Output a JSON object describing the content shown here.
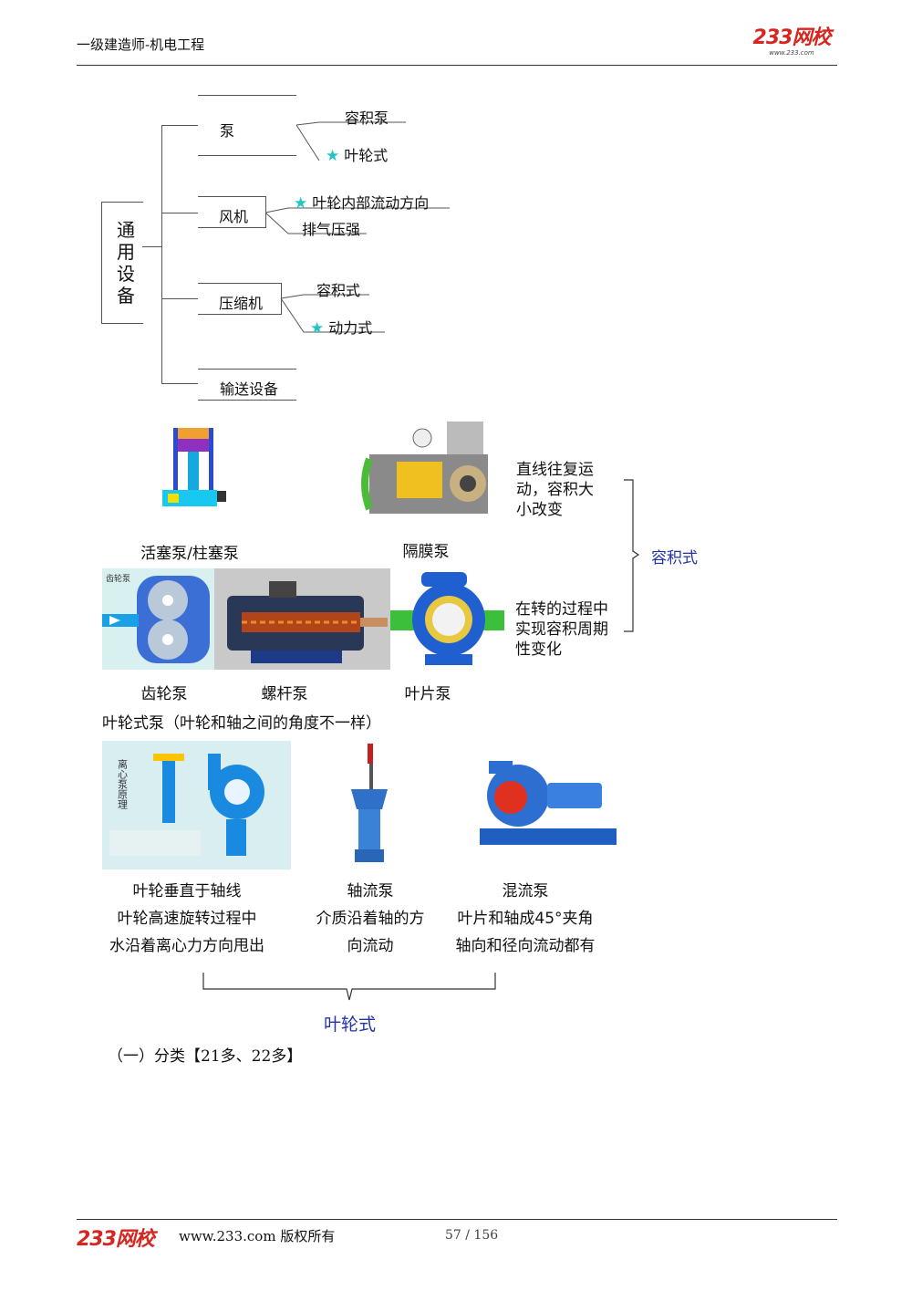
{
  "header": {
    "title": "一级建造师-机电工程",
    "logo": "233网校",
    "logo_sub": "www.233.com"
  },
  "mindmap": {
    "root": "通用设备",
    "branches": [
      {
        "label": "泵",
        "children": [
          "容积泵",
          "叶轮式"
        ],
        "starred": [
          false,
          true
        ]
      },
      {
        "label": "风机",
        "children": [
          "叶轮内部流动方向",
          "排气压强"
        ],
        "starred": [
          true,
          false
        ]
      },
      {
        "label": "压缩机",
        "children": [
          "容积式",
          "动力式"
        ],
        "starred": [
          false,
          true
        ]
      },
      {
        "label": "输送设备"
      }
    ]
  },
  "positive_pumps": {
    "captions": [
      "活塞泵/柱塞泵",
      "隔膜泵",
      "齿轮泵",
      "螺杆泵",
      "叶片泵"
    ],
    "gear_inner_label": "齿轮泵",
    "desc1": "直线往复运动，容积大小改变",
    "desc2": "在转的过程中实现容积周期性变化",
    "group_label": "容积式"
  },
  "impeller_section": {
    "heading": "叶轮式泵（叶轮和轴之间的角度不一样）",
    "centrifugal_inner_label": "离心泵原理",
    "pumps": [
      {
        "name": "离心泵",
        "lines": [
          "叶轮垂直于轴线",
          "叶轮高速旋转过程中",
          "水沿着离心力方向甩出"
        ]
      },
      {
        "name": "轴流泵",
        "lines": [
          "轴流泵",
          "介质沿着轴的方",
          "向流动"
        ]
      },
      {
        "name": "混流泵",
        "lines": [
          "混流泵",
          "叶片和轴成45°夹角",
          "轴向和径向流动都有"
        ]
      }
    ],
    "group_label": "叶轮式"
  },
  "section_title": "（一）分类【21多、22多】",
  "footer": {
    "logo": "233网校",
    "site": "www.233.com 版权所有",
    "page": "57 / 156"
  },
  "colors": {
    "accent": "#2233aa",
    "logo": "#d6261f",
    "star": "#23c4c4"
  }
}
